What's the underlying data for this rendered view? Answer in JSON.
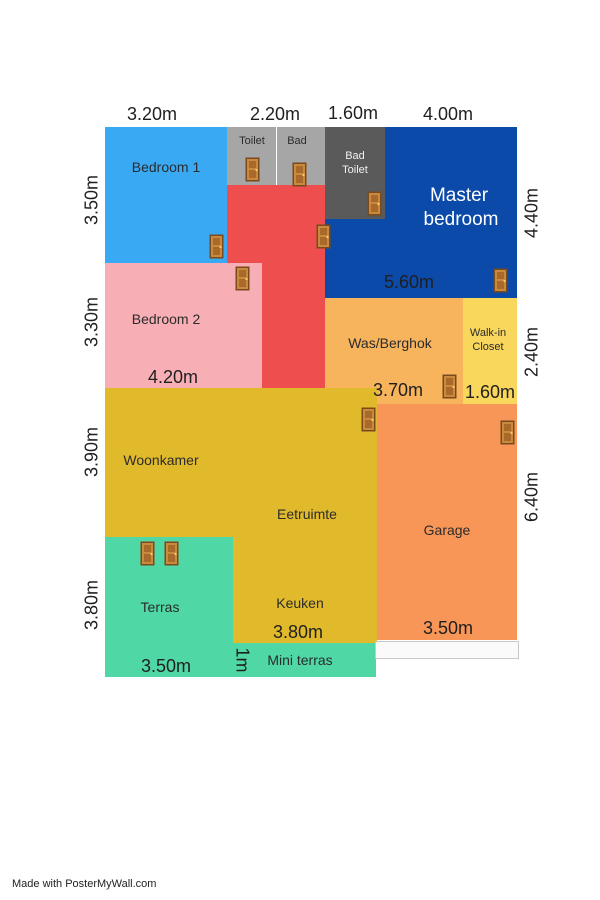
{
  "rooms": {
    "bedroom1": "Bedroom 1",
    "toilet": "Toilet",
    "bad": "Bad",
    "bad_toilet_1": "Bad",
    "bad_toilet_2": "Toilet",
    "master_1": "Master",
    "master_2": "bedroom",
    "bedroom2": "Bedroom 2",
    "was_berghok": "Was/Berghok",
    "walkin_1": "Walk-in",
    "walkin_2": "Closet",
    "woonkamer": "Woonkamer",
    "eetruimte": "Eetruimte",
    "garage": "Garage",
    "terras": "Terras",
    "keuken": "Keuken",
    "mini_terras": "Mini terras"
  },
  "dimensions": {
    "top_bedroom1": "3.20m",
    "top_toilet_bad": "2.20m",
    "top_bad_toilet": "1.60m",
    "top_master": "4.00m",
    "left_bedroom1": "3.50m",
    "left_bedroom2": "3.30m",
    "left_woonkamer": "3.90m",
    "left_terras": "3.80m",
    "right_master": "4.40m",
    "right_walkin": "2.40m",
    "right_garage": "6.40m",
    "master_width": "5.60m",
    "bedroom2_width": "4.20m",
    "was_width": "3.70m",
    "walkin_width": "1.60m",
    "keuken_width": "3.80m",
    "garage_width": "3.50m",
    "terras_width": "3.50m",
    "mini_terras_height": "1m"
  },
  "colors": {
    "bedroom1": "#3aa9f4",
    "toilet": "#a6a6a6",
    "bad_toilet": "#5a5a5a",
    "master": "#0b4aa8",
    "hallway": "#ef4e4e",
    "bedroom2": "#f7aeb4",
    "was_berghok": "#f7b45c",
    "walkin": "#f9d65c",
    "woonkamer": "#e1ba2c",
    "garage": "#f89658",
    "terras": "#4fd8a5"
  },
  "credit": "Made with PosterMyWall.com"
}
